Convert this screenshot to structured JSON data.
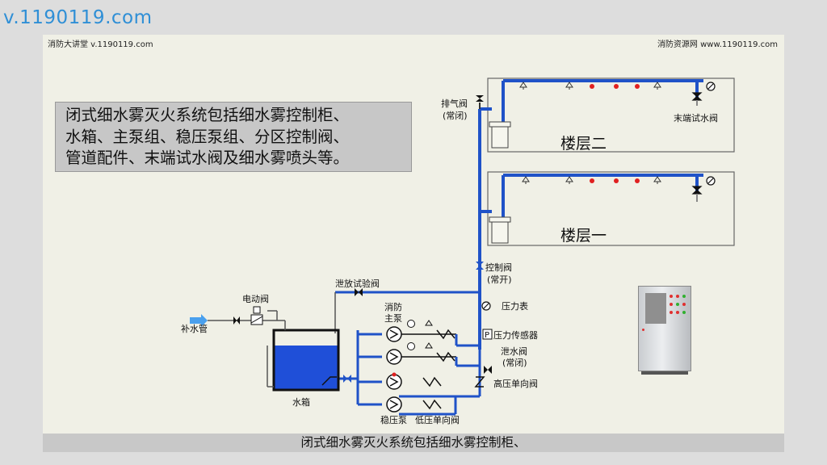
{
  "site_url": "v.1190119.com",
  "header": {
    "left": "消防大讲堂 v.1190119.com",
    "right": "消防资源网 www.1190119.com"
  },
  "description": {
    "lines": [
      "闭式细水雾灭火系统包括细水雾控制柜、",
      "水箱、主泵组、稳压泵组、分区控制阀、",
      "管道配件、末端试水阀及细水雾喷头等。"
    ]
  },
  "labels": {
    "exhaust_valve": "排气阀",
    "exhaust_valve_state": "(常闭)",
    "end_test_valve": "末端试水阀",
    "floor2": "楼层二",
    "floor1": "楼层一",
    "control_valve": "控制阀",
    "control_valve_state": "(常开)",
    "drain_test_valve": "泄放试验阀",
    "pressure_gauge": "压力表",
    "pressure_sensor": "压力传感器",
    "pressure_sensor_symbol": "P",
    "relief_valve": "泄水阀",
    "relief_valve_state": "(常闭)",
    "hp_check_valve": "高压单向阀",
    "lp_check_valve": "低压单向阀",
    "jockey_pump": "稳压泵",
    "main_pump_line1": "消防",
    "main_pump_line2": "主泵",
    "electric_valve": "电动阀",
    "makeup_pipe": "补水管",
    "water_tank": "水箱"
  },
  "subtitle": "闭式细水雾灭火系统包括细水雾控制柜、",
  "colors": {
    "pipe_blue": "#1f52c8",
    "pipe_gray": "#5a5a5a",
    "water": "#1f4fd8",
    "nozzle_red": "#e02020",
    "site_url": "#2f8fd6"
  }
}
